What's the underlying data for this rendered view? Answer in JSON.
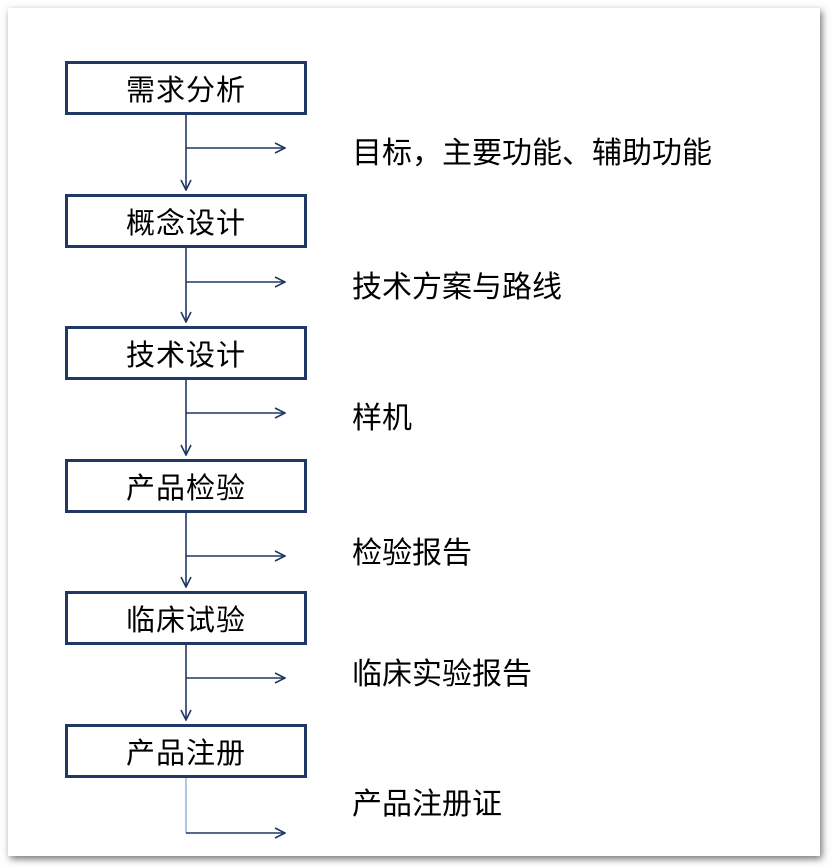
{
  "steps": [
    {
      "title": "需求分析",
      "output": "目标，主要功能、辅助功能"
    },
    {
      "title": "概念设计",
      "output": "技术方案与路线"
    },
    {
      "title": "技术设计",
      "output": "样机"
    },
    {
      "title": "产品检验",
      "output": "检验报告"
    },
    {
      "title": "临床试验",
      "output": "临床实验报告"
    },
    {
      "title": "产品注册",
      "output": "产品注册证"
    }
  ],
  "colors": {
    "box_border": "#1f3864",
    "line": "#1f3864",
    "last_line": "#8eaadb"
  }
}
